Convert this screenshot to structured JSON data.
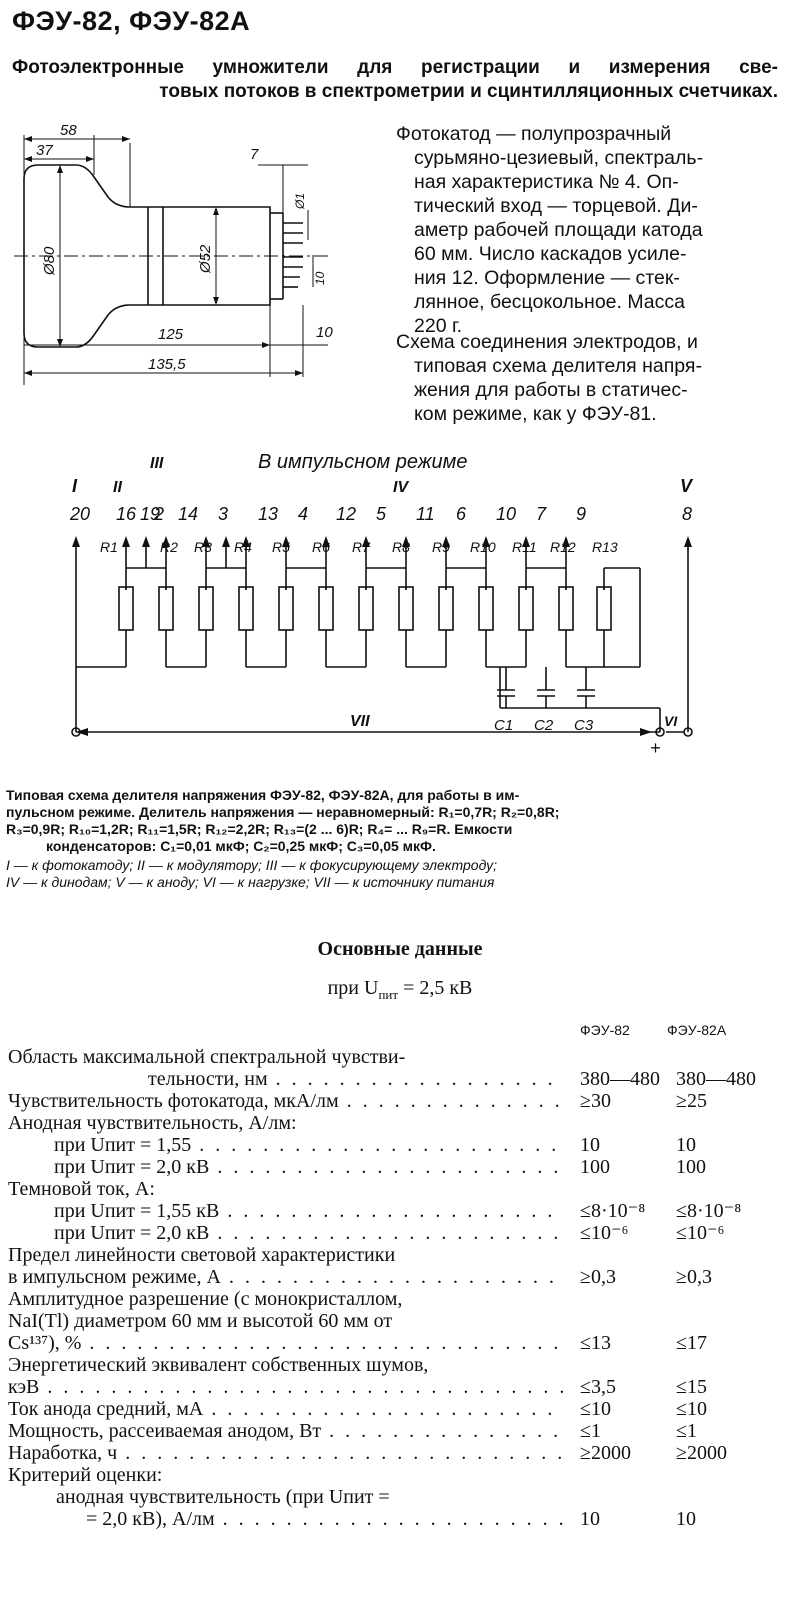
{
  "title": "ФЭУ-82, ФЭУ-82А",
  "subtitle_lines": [
    "Фотоэлектронные умножители для регистрации и измерения све-",
    "товых потоков в спектрометрии и сцинтилляционных счетчиках."
  ],
  "drawing": {
    "dims": {
      "d58": "58",
      "d37": "37",
      "d7": "7",
      "d80": "Ø80",
      "d52": "Ø52",
      "d1": "Ø1",
      "d10v": "10",
      "d125": "125",
      "d10": "10",
      "d1355": "135,5"
    }
  },
  "description_lines": [
    "Фотокатод — полупрозрачный",
    "сурьмяно-цезиевый, спектраль-",
    "ная характеристика № 4. Оп-",
    "тический вход — торцевой. Ди-",
    "аметр рабочей площади катода",
    "60 мм. Число каскадов усиле-",
    "ния 12. Оформление — стек-",
    "лянное, бесцокольное. Масса",
    "220 г."
  ],
  "scheme_note_lines": [
    "Схема соединения электродов, и",
    "типовая схема делителя напря-",
    "жения для работы в статичес-",
    "ком режиме, как у ФЭУ-81."
  ],
  "circuit": {
    "mode_label": "В импульсном режиме",
    "roman": {
      "I": "I",
      "II": "II",
      "III": "III",
      "IV": "IV",
      "V": "V",
      "VI": "VI",
      "VII": "VII"
    },
    "pins": [
      "20",
      "16",
      "19",
      "2",
      "14",
      "3",
      "13",
      "4",
      "12",
      "5",
      "11",
      "6",
      "10",
      "7",
      "9",
      "8"
    ],
    "resistors": [
      "R1",
      "R2",
      "R3",
      "R4",
      "R5",
      "R6",
      "R7",
      "R8",
      "R9",
      "R10",
      "R11",
      "R12",
      "R13"
    ],
    "capacitors": [
      "C1",
      "C2",
      "C3"
    ],
    "plus": "+"
  },
  "caption_lines": [
    "Типовая схема делителя напряжения ФЭУ-82, ФЭУ-82А, для работы в им-",
    "пульсном режиме. Делитель напряжения — неравномерный: R₁=0,7R; R₂=0,8R;",
    "R₃=0,9R; R₁₀=1,2R; R₁₁=1,5R; R₁₂=2,2R; R₁₃=(2 ... 6)R; R₄= ... R₉=R. Емкости",
    "конденсаторов: C₁=0,01 мкФ; C₂=0,25 мкФ; C₃=0,05 мкФ."
  ],
  "legend_lines": [
    "I — к фотокатоду; II — к модулятору; III — к фокусирующему электроду;",
    "IV — к динодам; V — к аноду; VI — к нагрузке; VII — к источнику питания"
  ],
  "main_data": {
    "heading": "Основные данные",
    "condition_prefix": "при U",
    "condition_sub": "пит",
    "condition_suffix": " = 2,5 кВ",
    "col_headers": [
      "ФЭУ-82",
      "ФЭУ-82А"
    ],
    "rows": [
      {
        "lines": [
          "Область максимальной спектральной чувстви-",
          "тельности, нм"
        ],
        "v1": "380—480",
        "v2": "380—480",
        "indent": "last"
      },
      {
        "lines": [
          "Чувствительность фотокатода, мкА/лм"
        ],
        "v1": "≥30",
        "v2": "≥25"
      },
      {
        "lines": [
          "Анодная чувствительность, А/лм:"
        ],
        "v1": "",
        "v2": ""
      },
      {
        "lines": [
          "при Uпит = 1,55"
        ],
        "v1": "10",
        "v2": "10",
        "indent": "all"
      },
      {
        "lines": [
          "при Uпит = 2,0 кВ"
        ],
        "v1": "100",
        "v2": "100",
        "indent": "all"
      },
      {
        "lines": [
          "Темновой ток, А:"
        ],
        "v1": "",
        "v2": ""
      },
      {
        "lines": [
          "при Uпит = 1,55 кВ"
        ],
        "v1": "≤8·10⁻⁸",
        "v2": "≤8·10⁻⁸",
        "indent": "all"
      },
      {
        "lines": [
          "при Uпит = 2,0 кВ"
        ],
        "v1": "≤10⁻⁶",
        "v2": "≤10⁻⁶",
        "indent": "all"
      },
      {
        "lines": [
          "Предел линейности световой характеристики",
          "в импульсном режиме, А"
        ],
        "v1": "≥0,3",
        "v2": "≥0,3"
      },
      {
        "lines": [
          "Амплитудное разрешение (с монокристаллом,",
          "NaI(Tl) диаметром 60 мм и высотой 60 мм от",
          "Cs¹³⁷), %"
        ],
        "v1": "≤13",
        "v2": "≤17"
      },
      {
        "lines": [
          "Энергетический эквивалент собственных шумов,",
          "кэВ"
        ],
        "v1": "≤3,5",
        "v2": "≤15"
      },
      {
        "lines": [
          "Ток анода средний, мА"
        ],
        "v1": "≤10",
        "v2": "≤10"
      },
      {
        "lines": [
          "Мощность, рассеиваемая анодом, Вт"
        ],
        "v1": "≤1",
        "v2": "≤1"
      },
      {
        "lines": [
          "Наработка, ч"
        ],
        "v1": "≥2000",
        "v2": "≥2000"
      },
      {
        "lines": [
          "Критерий оценки:"
        ],
        "v1": "",
        "v2": ""
      },
      {
        "lines": [
          "анодная чувствительность (при Uпит =",
          "= 2,0 кВ), А/лм"
        ],
        "v1": "10",
        "v2": "10",
        "indent": "all2"
      }
    ]
  }
}
